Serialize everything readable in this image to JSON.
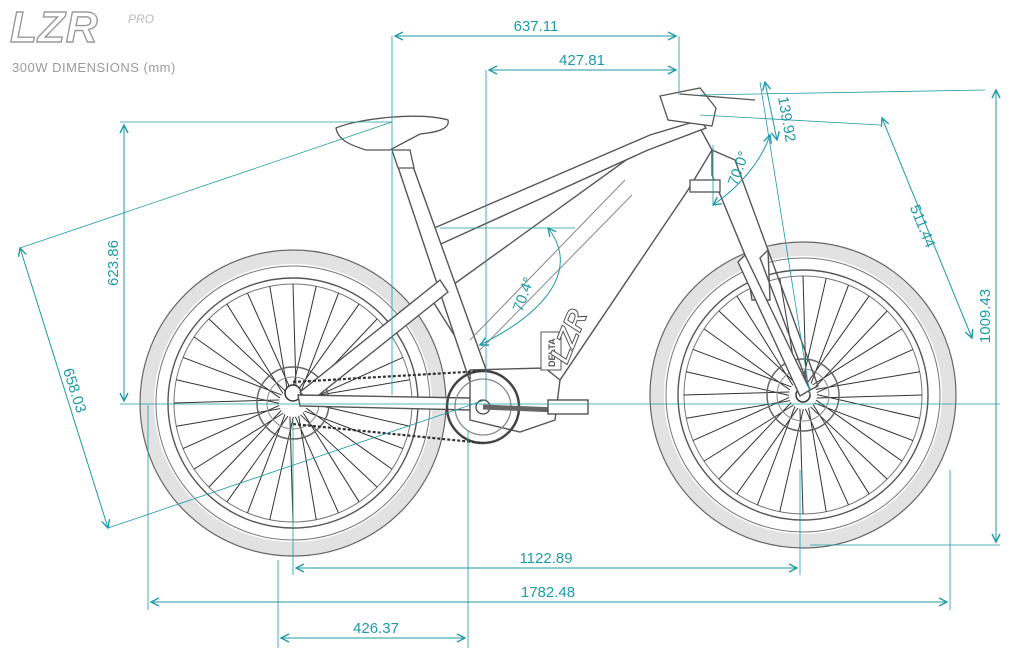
{
  "brand": {
    "logo": "LZR",
    "logo_suffix": "PRO",
    "subtitle": "300W DIMENSIONS (mm)"
  },
  "colors": {
    "dimension": "#1f9aa6",
    "bike_line": "#555555",
    "tire": "#e2e2e2",
    "label_text": "#9a9a9a"
  },
  "dimensions": {
    "d1": "637.11",
    "d2": "427.81",
    "d3": "139.92",
    "d4": "511.44",
    "d5": "623.86",
    "d6": "1009.43",
    "d7": "658.03",
    "d8": "1122.89",
    "d9": "1782.48",
    "d10": "426.37"
  },
  "angles": {
    "seat_angle": "70.4°",
    "head_angle": "70.0°"
  },
  "frame_mark": "LZR",
  "frame_sticker": "DELTA"
}
